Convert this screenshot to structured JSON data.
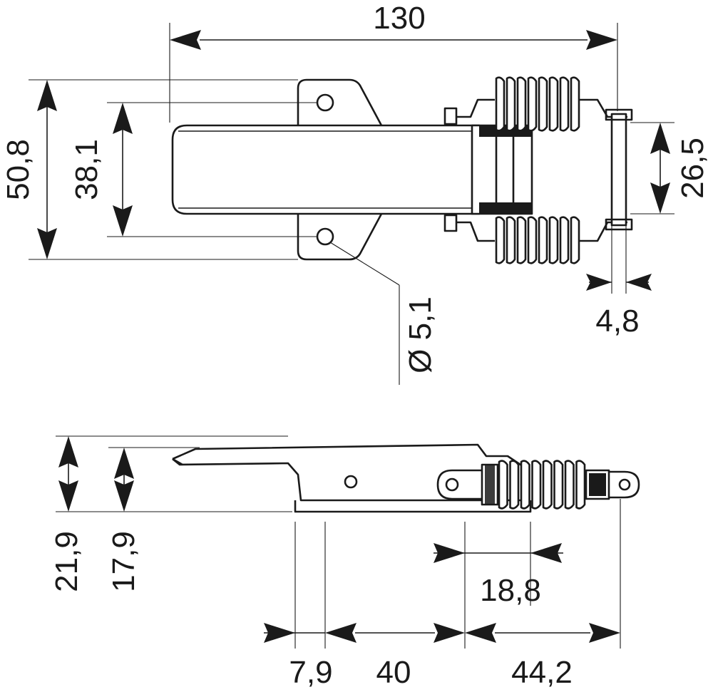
{
  "drawing": {
    "dimensions": {
      "overall_length": "130",
      "mount_outer_spacing": "50,8",
      "mount_hole_spacing": "38,1",
      "hole_diameter": "Ø 5,1",
      "hook_width": "26,5",
      "hook_wire": "4,8",
      "side_height_outer": "21,9",
      "side_height_inner": "17,9",
      "spring_offset": "18,8",
      "base_offset": "7,9",
      "hole_offset": "40",
      "spring_reach": "44,2"
    },
    "colors": {
      "line": "#1a1a1a",
      "background": "#ffffff"
    }
  }
}
